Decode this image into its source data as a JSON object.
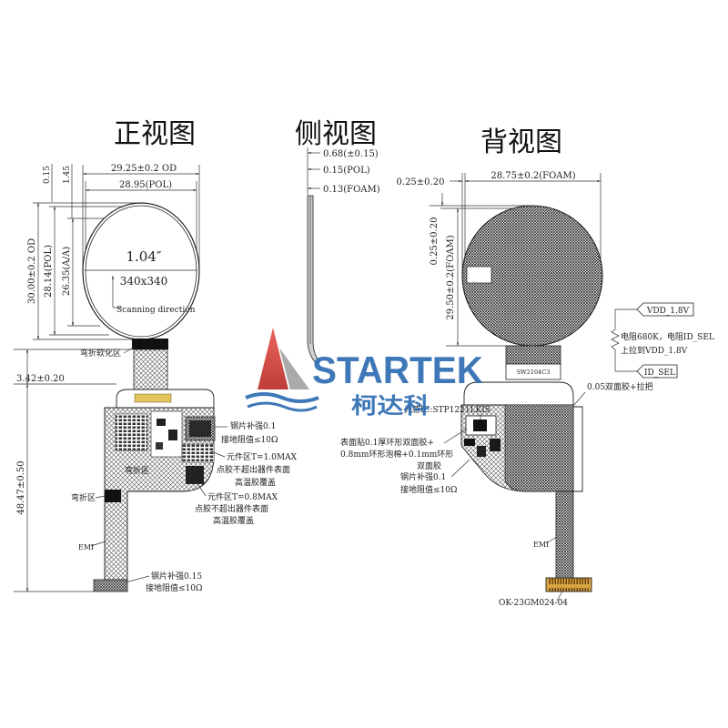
{
  "titles": {
    "front": "正视图",
    "side": "侧视图",
    "back": "背视图"
  },
  "front": {
    "od_width": "29.25±0.2 OD",
    "pol_width": "28.95(POL)",
    "offset_a": "0.15",
    "offset_b": "1.45",
    "od_height": "30.00±0.2 OD",
    "pol_height": "28.14(POL)",
    "aa_height": "26.35(A/A)",
    "size": "1.04″",
    "resolution": "340x340",
    "scan": "Scanning direction",
    "bend_soft": "弯折软化区",
    "fpc_offset": "3.42±0.20",
    "fpc_length": "48.47±0.50",
    "stiffener_1": "钢片补强0.1",
    "ground_1": "接地阻值≤10Ω",
    "comp_1": "元件区T=1.0MAX",
    "glue_1": "点胶不超出器件表面",
    "cover_1": "高温胶覆盖",
    "bend_right": "弯折区",
    "comp_2": "元件区T=0.8MAX",
    "glue_2": "点胶不超出器件表面",
    "cover_2": "高温胶覆盖",
    "bend_left": "弯折区",
    "emi": "EMI",
    "stiffener_2": "钢片补强0.15",
    "ground_2": "接地阻值≤10Ω"
  },
  "side": {
    "total": "0.68(±0.15)",
    "pol": "0.15(POL)",
    "foam": "0.13(FOAM)"
  },
  "back": {
    "foam_offset_h": "0.25±0.20",
    "foam_width": "28.75±0.2(FOAM)",
    "foam_offset_v": "0.25±0.20",
    "foam_height": "29.50±0.2(FOAM)",
    "label_code": "SW2104C3",
    "tape_tab": "0.05双面胶+拉把",
    "light_sensor": "光感IC:STP1221LKIS",
    "ring_tape_1": "表面贴0.1厚环形双面胶+",
    "ring_tape_2": "0.8mm环形泡棉+0.1mm环形",
    "ring_tape_3": "双面胶",
    "stiffener": "钢片补强0.1",
    "ground": "接地阻值≤10Ω",
    "emi": "EMI",
    "part_no": "OK-23GM024-04"
  },
  "circuit": {
    "vdd": "VDD_1.8V",
    "resistor_note": "电阻680K，电阻ID_SEL",
    "pullup_note": "上拉到VDD_1.8V",
    "id_sel": "ID_SEL"
  },
  "logo": {
    "brand": "STARTEK",
    "chinese": "柯达科"
  },
  "colors": {
    "logo_red": "#d8413b",
    "logo_gray": "#a3a3a3",
    "logo_blue": "#2f6db3",
    "gold": "#e3c45c",
    "connector": "#d9a441"
  }
}
